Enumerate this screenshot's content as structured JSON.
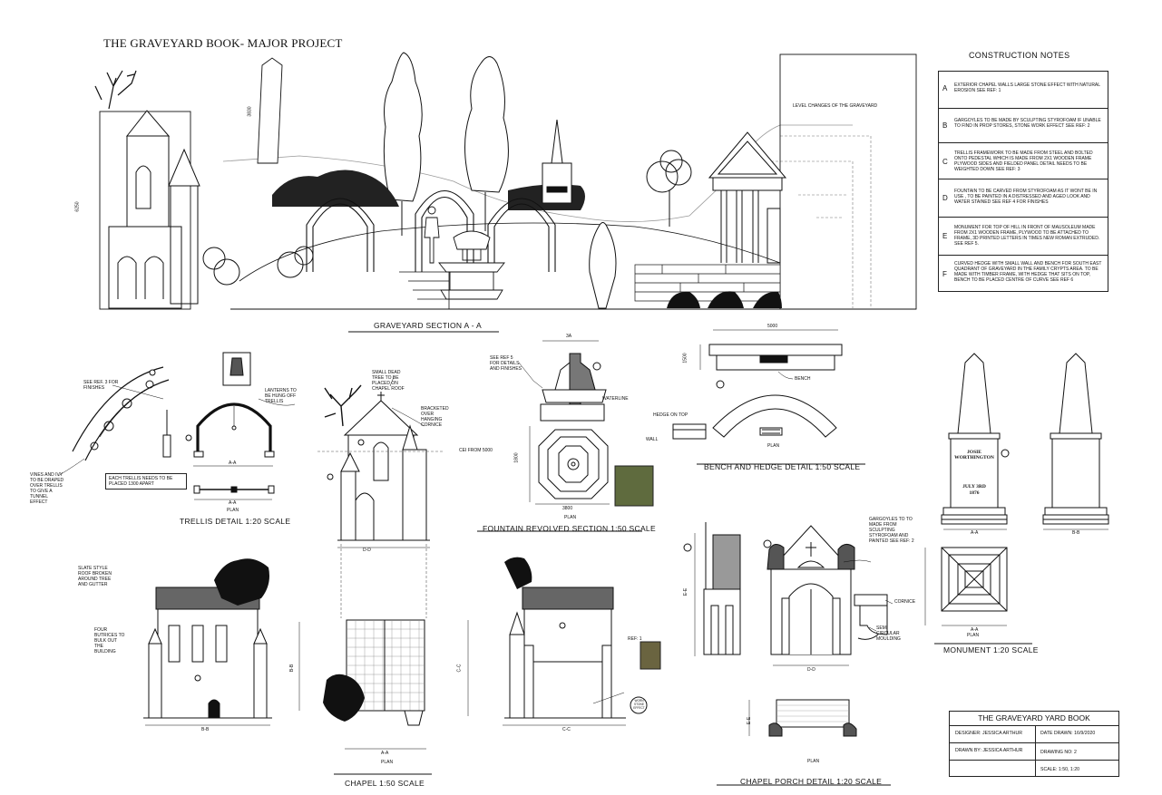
{
  "title": "THE GRAVEYARD BOOK- MAJOR PROJECT",
  "construction_notes": {
    "heading": "CONSTRUCTION NOTES",
    "items": [
      {
        "letter": "A",
        "text": "EXTERIOR CHAPEL WALLS LARGE STONE EFFECT WITH NATURAL EROSION SEE REF: 1"
      },
      {
        "letter": "B",
        "text": "GARGOYLES TO BE MADE BY SCULPTING STYROFOAM IF UNABLE TO FIND IN PROP STORES, STONE WORK EFFECT SEE REF: 2"
      },
      {
        "letter": "C",
        "text": "TRELLIS FRAMEWORK TO BE MADE FROM STEEL AND BOLTED ONTO PEDESTAL WHICH IS MADE FROM 2X1 WOODEN FRAME PLYWOOD SIDES AND FIELDED PANEL DETAIL NEEDS TO BE WEIGHTED DOWN SEE REF: 3"
      },
      {
        "letter": "D",
        "text": "FOUNTAIN TO BE CARVED FROM STYROFOAM AS IT WONT BE IN USE , TO BE PAINTED IN A DISTRESSED AND AGED LOOK AND WATER STAINED SEE REF 4 FOR FINISHES"
      },
      {
        "letter": "E",
        "text": "MONUMENT FOR TOP OF HILL IN FRONT OF MAUSOLEUM MADE FROM 2X1 WOODEN FRAME, PLYWOOD TO BE ATTACHED TO FRAME, 3D PRINTED LETTERS IN TIMES NEW ROMAN EXTRUDED. SEE REF 5."
      },
      {
        "letter": "F",
        "text": "CURVED HEDGE WITH SMALL WALL AND BENCH FOR SOUTH EAST QUADRANT OF GRAVEYARD IN THE FAMILY CRYPTS AREA. TO BE MADE WITH TIMBER FRAME, WITH HEDGE THAT SITS ON TOP, BENCH TO BE PLACED CENTRE OF CURVE SEE REF 6"
      }
    ]
  },
  "section": {
    "caption": "GRAVEYARD SECTION A - A",
    "level_note": "LEVEL CHANGES OF THE GRAVEYARD",
    "dim_left": "6250",
    "dim_obelisk": "3830"
  },
  "trellis": {
    "caption": "TRELLIS DETAIL 1:20 SCALE",
    "note_ref": "SEE REF. 3 FOR FINISHES",
    "note_lanterns": "LANTERNS TO BE HUNG OFF TRELLIS",
    "note_vines": "VINES AND IVY TO BE DRAPED OVER TRELLIS TO GIVE A TUNNEL EFFECT",
    "note_spacing": "EACH TRELLIS NEEDS TO BE PLACED 1300 APART",
    "dim_aa": "A-A",
    "plan": "PLAN"
  },
  "chapel_front": {
    "note_tree": "SMALL DEAD TREE TO BE PLACED ON CHAPEL ROOF",
    "note_cornice": "BRACKETED OVER HANGING CORNICE",
    "ceiling": "CEI FROM 5000",
    "dim": "D-D"
  },
  "fountain": {
    "caption": "FOUNTAIN REVOLVED SECTION 1:50 SCALE",
    "note": "SEE REF 5 FOR DETAILS AND FINISHES",
    "waterline": "WATERLINE",
    "dim_height": "1800",
    "dim_width": "3800",
    "dim_top": "3A",
    "plan": "PLAN"
  },
  "bench": {
    "caption": "BENCH AND HEDGE DETAIL 1:50 SCALE",
    "dim": "5000",
    "dim_side": "1500",
    "label_bench": "BENCH",
    "label_hedge": "HEDGE ON TOP",
    "label_wall": "WALL",
    "plan": "PLAN"
  },
  "monument": {
    "caption": "MONUMENT 1:20 SCALE",
    "name": "JOSIE WORTHINGTON",
    "date": "JULY 3RD 1876",
    "dim_aa": "A-A",
    "dim_bb": "B-B",
    "plan": "PLAN"
  },
  "chapel": {
    "caption": "CHAPEL 1:50 SCALE",
    "note_roof": "SLATE STYLE ROOF BROKEN AROUND TREE AND GUTTER",
    "note_buttress": "FOUR BUTRICES TO BULK OUT THE BUILDING",
    "ref": "REF: 1",
    "stone_effect": "WORN STONE EFFECT",
    "dim_bb": "B-B",
    "dim_cc": "C-C",
    "dim_aa": "A-A",
    "plan": "PLAN"
  },
  "porch": {
    "caption": "CHAPEL PORCH DETAIL 1:20 SCALE",
    "note_gargoyles": "GARGOYLES TO TO MADE FROM SCULPTING STYROFOAM AND PAINTED SEE REF: 2",
    "label_cornice": "CORNICE",
    "label_moulding": "SEMI CIRCULAR MOULDING",
    "dim_dd": "D-D",
    "dim_ee": "E-E",
    "plan": "PLAN"
  },
  "title_block": {
    "title": "THE GRAVEYARD YARD BOOK",
    "designer": "DESIGNER: JESSICA ARTHUR",
    "date_drawn": "DATE DRAWN: 16/9/2020",
    "drawn_by": "DRAWN BY: JESSICA ARTHUR",
    "drawing_no": "DRAWING NO: 2",
    "scale": "SCALE: 1:50, 1:20"
  }
}
